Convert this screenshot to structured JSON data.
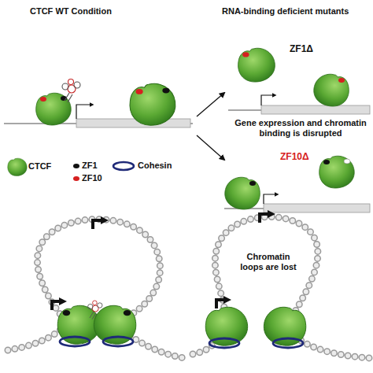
{
  "diagram": {
    "labels": [
      "CTCF WT Condition",
      "RNA-binding deficient mutants",
      "ZF1Δ",
      "Gene expression and chromatin binding is disrupted",
      "ZF10Δ",
      "Chromatin loops are lost"
    ],
    "legend": [
      {
        "text": "CTCF"
      },
      {
        "text": "ZF1"
      },
      {
        "text": "ZF10"
      },
      {
        "text": "Cohesin"
      }
    ]
  }
}
